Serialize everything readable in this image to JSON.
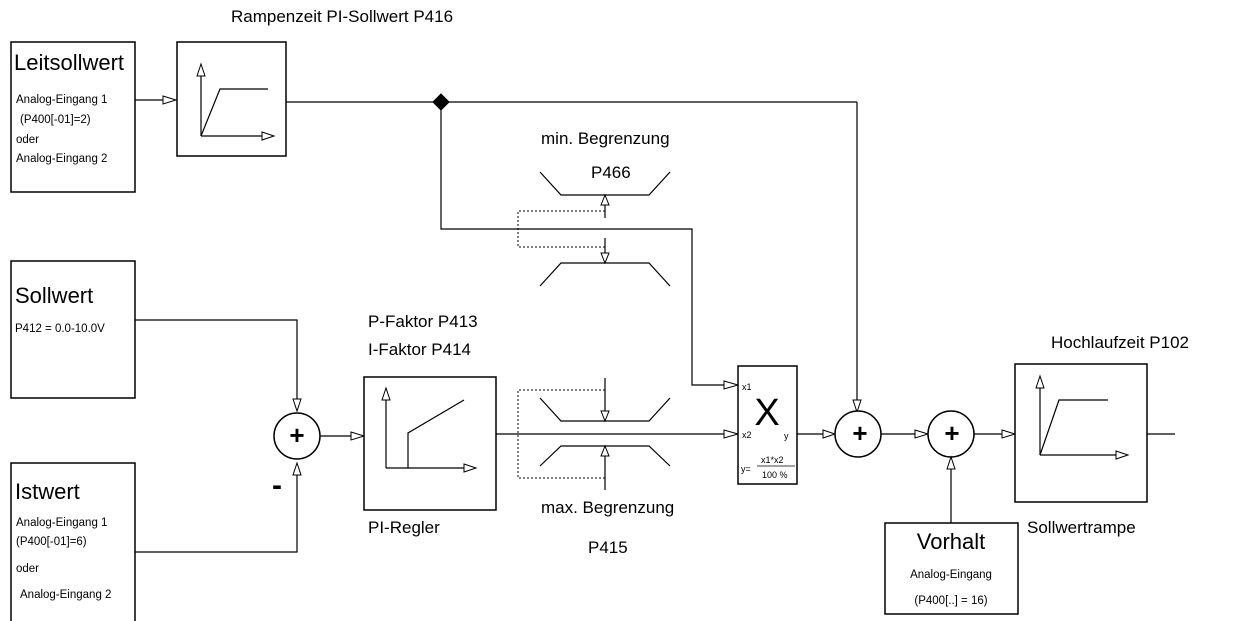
{
  "title_ramp": "Rampenzeit PI-Sollwert P416",
  "leitsollwert": {
    "title": "Leitsollwert",
    "line1": "Analog-Eingang 1",
    "line2": "(P400[-01]=2)",
    "line3": "oder",
    "line4": "Analog-Eingang 2"
  },
  "sollwert": {
    "title": "Sollwert",
    "line1": "P412 = 0.0-10.0V"
  },
  "istwert": {
    "title": "Istwert",
    "line1": "Analog-Eingang 1",
    "line2": "(P400[-01]=6)",
    "line3": "oder",
    "line4": "Analog-Eingang 2"
  },
  "minus_sign": "-",
  "plus_sign": "+",
  "pi_regler": {
    "p_factor": "P-Faktor P413",
    "i_factor": "I-Faktor P414",
    "label": "PI-Regler"
  },
  "min_limit": {
    "label": "min. Begrenzung",
    "param": "P466"
  },
  "max_limit": {
    "label": "max. Begrenzung",
    "param": "P415"
  },
  "multiplier": {
    "symbol": "X",
    "in1": "x1",
    "in2": "x2",
    "out": "y",
    "formula_lhs": "y=",
    "formula_num": "x1*x2",
    "formula_den": "100 %"
  },
  "hochlaufzeit": "Hochlaufzeit P102",
  "sollwertrampe": "Sollwertrampe",
  "vorhalt": {
    "title": "Vorhalt",
    "line1": "Analog-Eingang",
    "line2": "(P400[..] = 16)"
  }
}
